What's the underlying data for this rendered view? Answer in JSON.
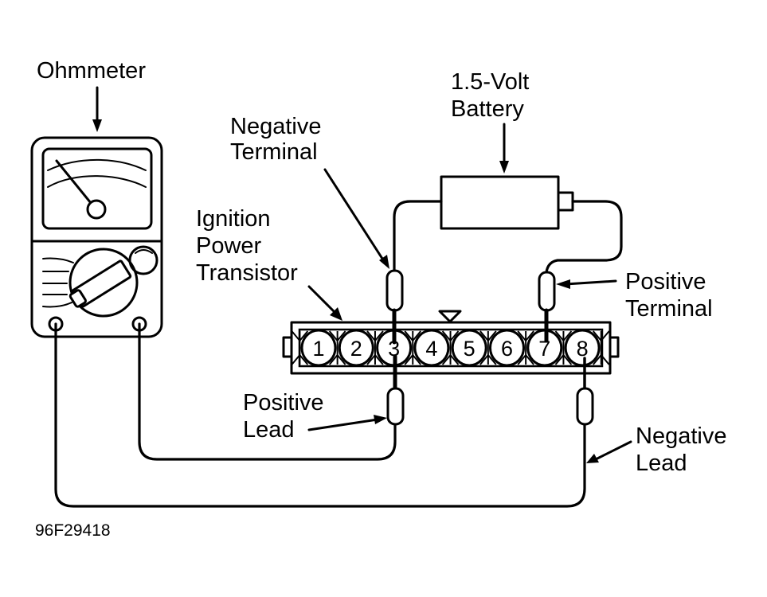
{
  "diagram": {
    "title": "Ignition Power Transistor Test",
    "figure_code": "96F29418",
    "colors": {
      "ink": "#000000",
      "paper": "#ffffff"
    },
    "labels": {
      "ohmmeter": "Ohmmeter",
      "battery_line1": "1.5-Volt",
      "battery_line2": "Battery",
      "neg_terminal_line1": "Negative",
      "neg_terminal_line2": "Terminal",
      "transistor_line1": "Ignition",
      "transistor_line2": "Power",
      "transistor_line3": "Transistor",
      "pos_terminal_line1": "Positive",
      "pos_terminal_line2": "Terminal",
      "pos_lead_line1": "Positive",
      "pos_lead_line2": "Lead",
      "neg_lead_line1": "Negative",
      "neg_lead_line2": "Lead"
    },
    "connector": {
      "pins": [
        "1",
        "2",
        "3",
        "4",
        "5",
        "6",
        "7",
        "8"
      ],
      "battery_negative_pin": "3",
      "battery_positive_pin": "7",
      "ohmmeter_positive_pin": "3",
      "ohmmeter_negative_pin": "8"
    },
    "icons": {
      "ohmmeter": "analog-ohmmeter-icon",
      "battery": "battery-icon",
      "connector": "connector-icon",
      "probe": "probe-clip-icon",
      "alignment_mark": "triangle-marker-icon"
    }
  }
}
